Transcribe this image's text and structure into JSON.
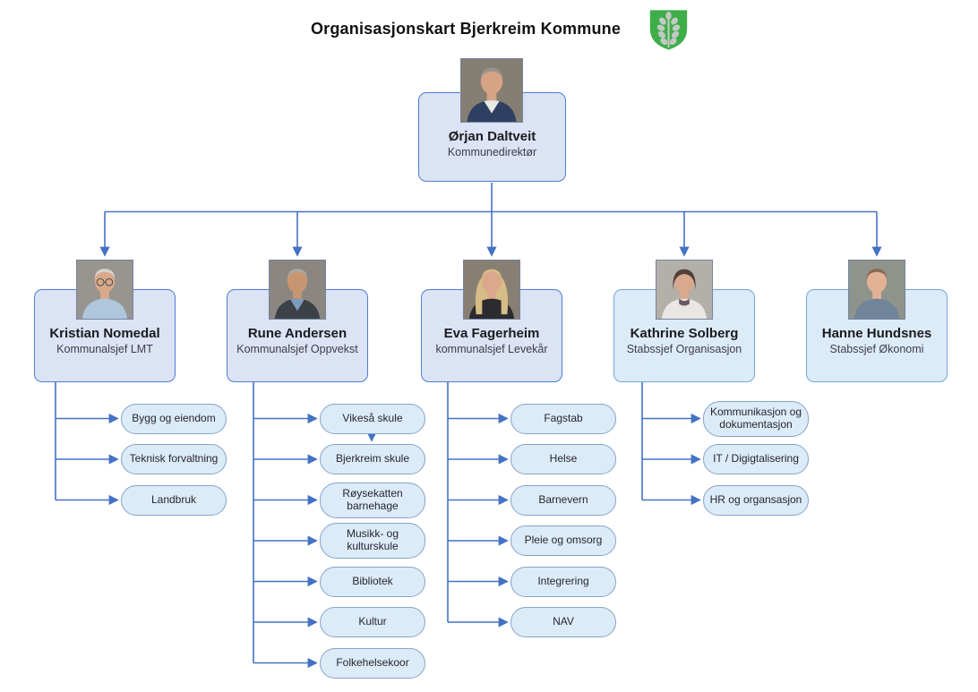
{
  "title": "Organisasjonskart Bjerkreim Kommune",
  "crest": {
    "name": "bjerkreim-kommune-coat-of-arms",
    "shield_color": "#3fae49",
    "branch_color": "#c3cac5"
  },
  "colors": {
    "connector": "#4472c4",
    "node_fill": "#dbe3f4",
    "node_border": "#4e7ed2",
    "staff_fill": "#dcebf8",
    "staff_border": "#74a5d8",
    "pill_fill": "#dcebf8",
    "pill_border": "#85a3c8"
  },
  "director": {
    "name": "Ørjan Daltveit",
    "role": "Kommunedirektør",
    "portrait": {
      "style": "short",
      "bg": "#857e72",
      "hair": "#97928c",
      "skin": "#d6a384",
      "top": "#2e4061",
      "shirt": "#e9e9e7",
      "glasses": false
    }
  },
  "managers": [
    {
      "name": "Kristian Nomedal",
      "role": "Kommunalsjef LMT",
      "portrait": {
        "style": "short",
        "bg": "#98948f",
        "hair": "#d5d3cf",
        "skin": "#d9a98b",
        "top": "#aec7dd",
        "shirt": "",
        "glasses": true
      },
      "children": [
        "Bygg og eiendom",
        "Teknisk forvaltning",
        "Landbruk"
      ]
    },
    {
      "name": "Rune Andersen",
      "role": "Kommunalsjef Oppvekst",
      "portrait": {
        "style": "short",
        "bg": "#8b8780",
        "hair": "#a9a7a3",
        "skin": "#c79671",
        "top": "#3c4148",
        "shirt": "#7c9cbd",
        "glasses": false
      },
      "children": [
        "Vikeså skule",
        "Bjerkreim skule",
        "Røysekatten barnehage",
        "Musikk- og kulturskule",
        "Bibliotek",
        "Kultur",
        "Folkehelsekoor"
      ]
    },
    {
      "name": "Eva Fagerheim",
      "role": "kommunalsjef Levekår",
      "portrait": {
        "style": "long",
        "bg": "#878072",
        "hair": "#d6bd85",
        "skin": "#dca88c",
        "top": "#2b2b30",
        "shirt": "",
        "glasses": false
      },
      "children": [
        "Fagstab",
        "Helse",
        "Barnevern",
        "Pleie og omsorg",
        "Integrering",
        "NAV"
      ]
    },
    {
      "name": "Kathrine Solberg",
      "role": "Stabssjef Organisasjon",
      "portrait": {
        "style": "bob",
        "bg": "#b3afa9",
        "hair": "#52403a",
        "skin": "#d8a98c",
        "top": "#e9e7e3",
        "shirt": "#6b5a63",
        "glasses": false
      },
      "children": [
        "Kommunikasjon og dokumentasjon",
        "IT / Digigtalisering",
        "HR og organsasjon"
      ]
    },
    {
      "name": "Hanne Hundsnes",
      "role": "Stabssjef Økonomi",
      "portrait": {
        "style": "tied",
        "bg": "#8e948c",
        "hair": "#8a6a4e",
        "skin": "#e2b295",
        "top": "#70849a",
        "shirt": "",
        "glasses": false
      },
      "children": []
    }
  ]
}
